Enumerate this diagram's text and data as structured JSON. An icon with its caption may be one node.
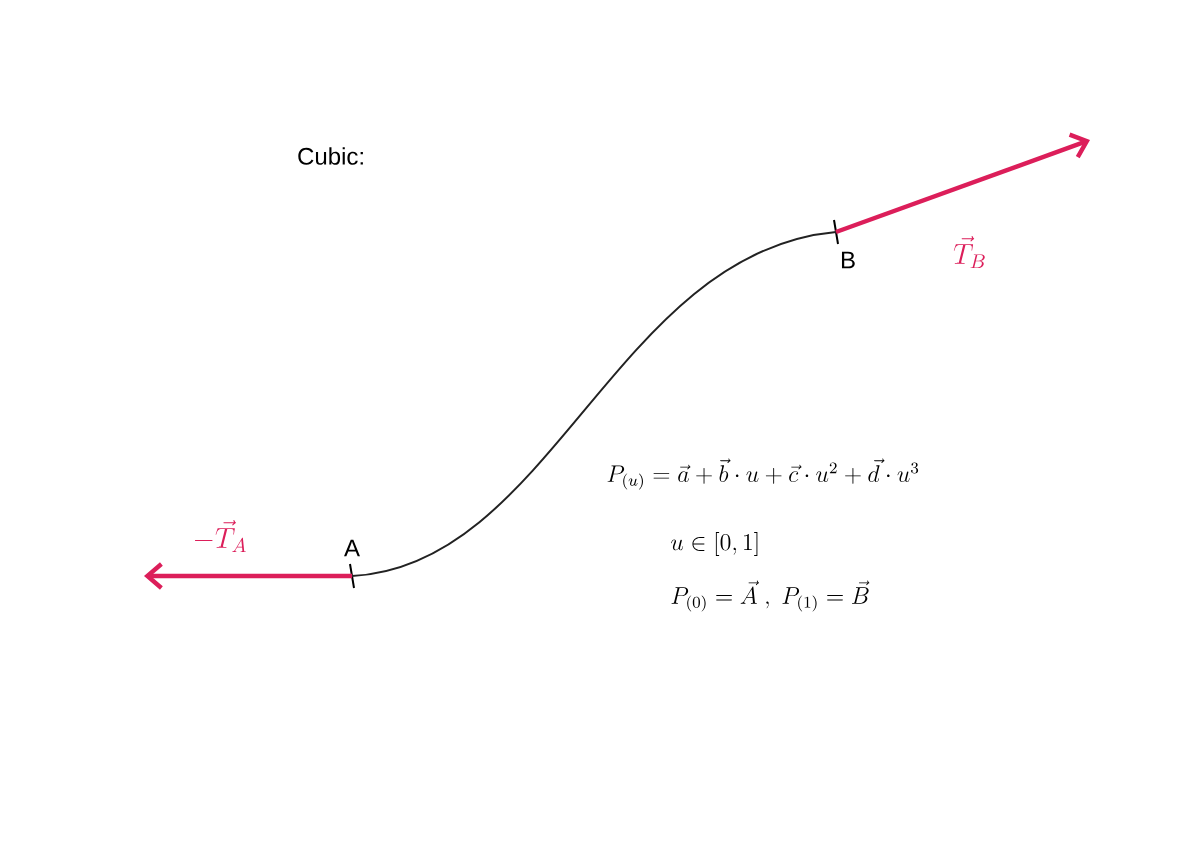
{
  "diagram": {
    "title": "Cubic:",
    "nodes": [
      {
        "text": [
          "A"
        ]
      },
      {
        "text": [
          "B"
        ]
      }
    ],
    "edges": [
      {
        "from": 0,
        "to": 1,
        "arrow": "none",
        "color": "#222222"
      },
      {
        "from": 0,
        "to": null,
        "arrow": "to",
        "label": "-\\vec{T}_A",
        "color": "#dc1e5a"
      },
      {
        "from": 1,
        "to": null,
        "arrow": "to",
        "label": "\\vec{T}_B",
        "color": "#dc1e5a"
      }
    ],
    "labels": [
      "P_{(u)} = \\vec{a} + \\vec{b}\\cdot u + \\vec{c}\\cdot u^2 + \\vec{d}\\cdot u^3",
      "u \\in [0,1]",
      "P_{(0)} = \\vec{A}\\;,\\; P_{(1)} = \\vec{B}"
    ]
  }
}
